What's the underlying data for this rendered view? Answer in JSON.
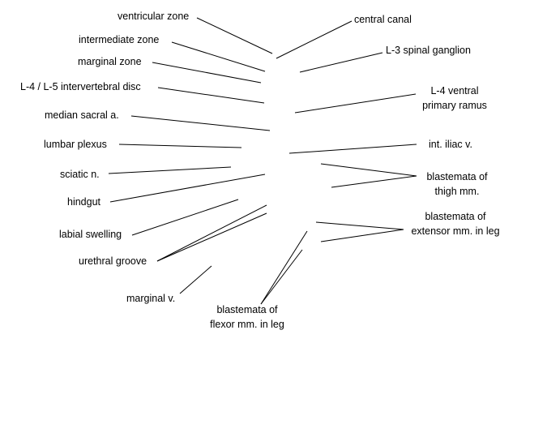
{
  "labels": {
    "ventricular_zone": "ventricular zone",
    "intermediate_zone": "intermediate zone",
    "marginal_zone": "marginal zone",
    "intervertebral_disc": "L-4 / L-5 intervertebral disc",
    "median_sacral_a": "median sacral a.",
    "lumbar_plexus": "lumbar plexus",
    "sciatic_n": "sciatic n.",
    "hindgut": "hindgut",
    "labial_swelling": "labial swelling",
    "urethral_groove": "urethral groove",
    "marginal_v": "marginal v.",
    "central_canal": "central canal",
    "l3_spinal_ganglion": "L-3 spinal ganglion",
    "l4_ventral_ramus_line1": "L-4 ventral",
    "l4_ventral_ramus_line2": "primary ramus",
    "int_iliac_v": "int. iliac v.",
    "blastemata_thigh_line1": "blastemata of",
    "blastemata_thigh_line2": "thigh mm.",
    "blastemata_extensor_line1": "blastemata of",
    "blastemata_extensor_line2": "extensor mm. in leg",
    "blastemata_flexor_line1": "blastemata of",
    "blastemata_flexor_line2": "flexor mm. in leg"
  },
  "colors": {
    "text": "#000000",
    "lines": "#000000",
    "background": "#ffffff"
  }
}
